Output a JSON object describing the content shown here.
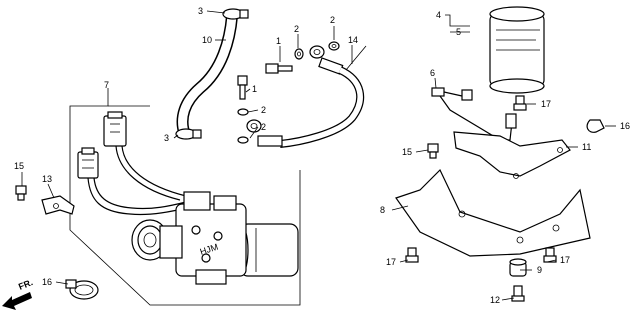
{
  "callouts": {
    "c1a": "1",
    "c1b": "1",
    "c2a": "2",
    "c2b": "2",
    "c2c": "2",
    "c2d": "2",
    "c3a": "3",
    "c3b": "3",
    "c4": "4",
    "c5": "5",
    "c6": "6",
    "c7": "7",
    "c8": "8",
    "c9": "9",
    "c10": "10",
    "c11": "11",
    "c12": "12",
    "c13": "13",
    "c14": "14",
    "c15a": "15",
    "c15b": "15",
    "c16a": "16",
    "c16b": "16",
    "c17a": "17",
    "c17b": "17",
    "c17c": "17"
  },
  "direction_label": "FR.",
  "component_text": "HJM"
}
